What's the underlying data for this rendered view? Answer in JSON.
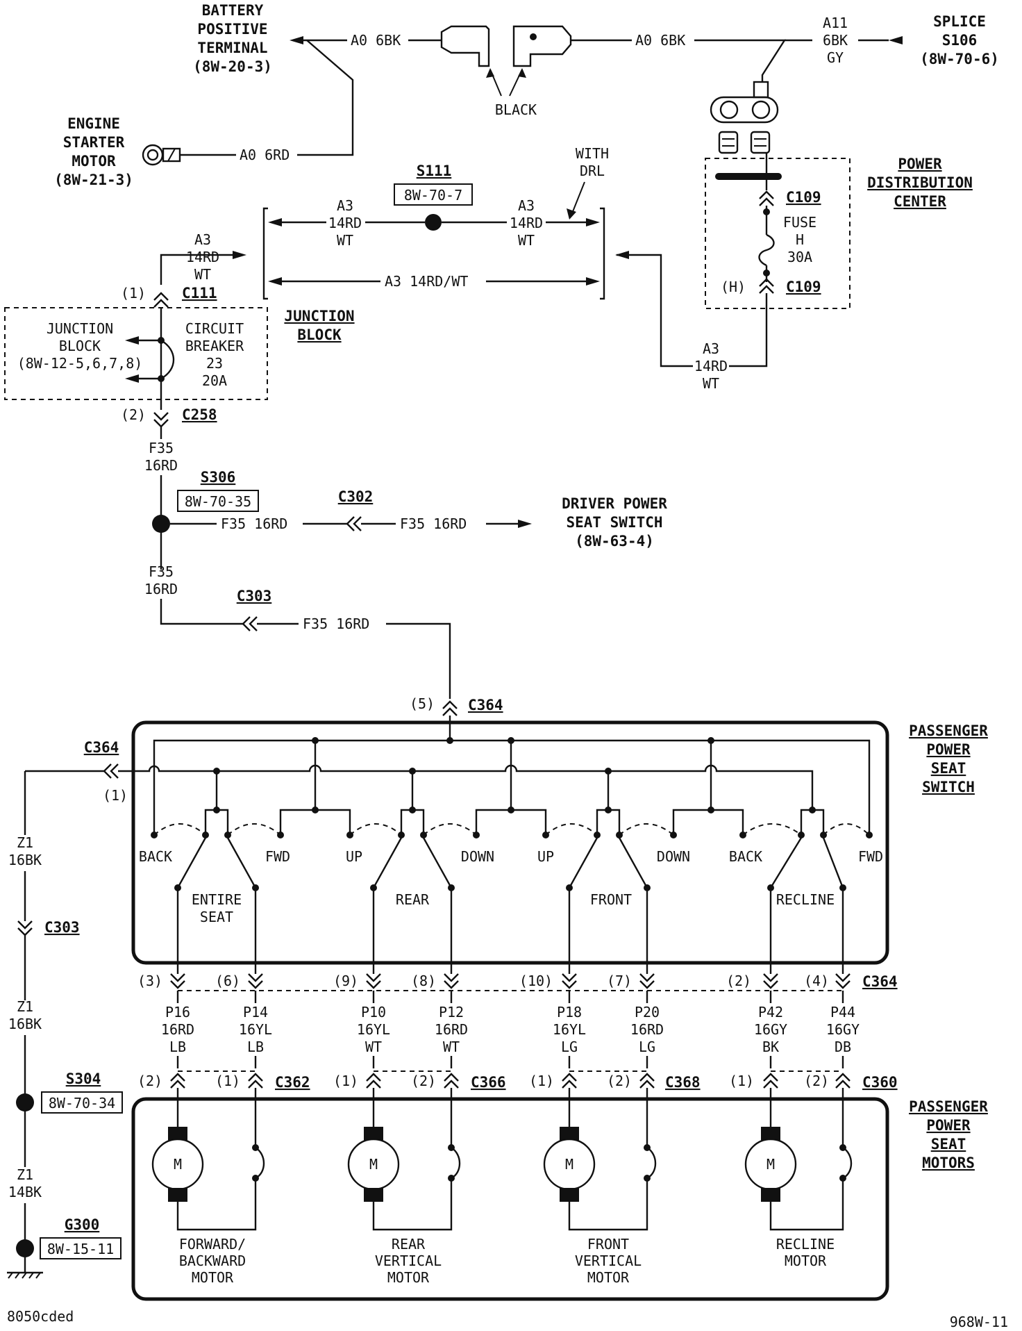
{
  "battery": {
    "line1": "BATTERY",
    "line2": "POSITIVE",
    "line3": "TERMINAL",
    "ref": "(8W-20-3)"
  },
  "wire_a0_left": "A0 6BK",
  "wire_a0_right": "A0 6BK",
  "black_label": "BLACK",
  "splice_s106": {
    "line1": "SPLICE",
    "line2": "S106",
    "ref": "(8W-70-6)"
  },
  "a11_wire": {
    "l1": "A11",
    "l2": "6BK",
    "l3": "GY"
  },
  "starter": {
    "line1": "ENGINE",
    "line2": "STARTER",
    "line3": "MOTOR",
    "ref": "(8W-21-3)"
  },
  "wire_a0_starter": "A0 6RD",
  "s111": {
    "name": "S111",
    "ref": "8W-70-7"
  },
  "with_drl": {
    "l1": "WITH",
    "l2": "DRL"
  },
  "a3_left": {
    "l1": "A3",
    "l2": "14RD",
    "l3": "WT"
  },
  "a3_right": {
    "l1": "A3",
    "l2": "14RD",
    "l3": "WT"
  },
  "a3_bottom": "A3 14RD/WT",
  "a3_jb": {
    "l1": "A3",
    "l2": "14RD",
    "l3": "WT"
  },
  "a3_pdc": {
    "l1": "A3",
    "l2": "14RD",
    "l3": "WT"
  },
  "pdc": {
    "l1": "POWER",
    "l2": "DISTRIBUTION",
    "l3": "CENTER",
    "c109_top": "C109",
    "c109_bot": "C109",
    "pin_h": "(H)",
    "fuse": {
      "l1": "FUSE",
      "l2": "H",
      "l3": "30A"
    }
  },
  "c111": {
    "pin": "(1)",
    "name": "C111"
  },
  "junction_block": {
    "title1": "JUNCTION",
    "title2": "BLOCK",
    "inner1": "JUNCTION",
    "inner2": "BLOCK",
    "inner3": "(8W-12-5,6,7,8)",
    "cb1": "CIRCUIT",
    "cb2": "BREAKER",
    "cb3": "23",
    "cb4": "20A"
  },
  "c258": {
    "pin": "(2)",
    "name": "C258"
  },
  "f35_a": {
    "l1": "F35",
    "l2": "16RD"
  },
  "s306": {
    "name": "S306",
    "ref": "8W-70-35"
  },
  "f35_mid_left": "F35 16RD",
  "c302": "C302",
  "f35_mid_right": "F35 16RD",
  "driver_switch": {
    "l1": "DRIVER POWER",
    "l2": "SEAT SWITCH",
    "ref": "(8W-63-4)"
  },
  "f35_b": {
    "l1": "F35",
    "l2": "16RD"
  },
  "c303_top": "C303",
  "f35_c303": "F35 16RD",
  "c364_top": {
    "pin": "(5)",
    "name": "C364"
  },
  "c364_left": {
    "name": "C364",
    "pin": "(1)"
  },
  "switch": {
    "title": {
      "l1": "PASSENGER",
      "l2": "POWER",
      "l3": "SEAT",
      "l4": "SWITCH"
    },
    "labels": [
      "BACK",
      "FWD",
      "UP",
      "DOWN",
      "UP",
      "DOWN",
      "BACK",
      "FWD"
    ],
    "groups": [
      {
        "l1": "ENTIRE",
        "l2": "SEAT"
      },
      {
        "l1": "REAR",
        "l2": ""
      },
      {
        "l1": "FRONT",
        "l2": ""
      },
      {
        "l1": "RECLINE",
        "l2": ""
      }
    ]
  },
  "z1_top": {
    "l1": "Z1",
    "l2": "16BK"
  },
  "c303_left": "C303",
  "z1_mid": {
    "l1": "Z1",
    "l2": "16BK"
  },
  "s304": {
    "name": "S304",
    "ref": "8W-70-34"
  },
  "z1_bot": {
    "l1": "Z1",
    "l2": "14BK"
  },
  "g300": {
    "name": "G300",
    "ref": "8W-15-11"
  },
  "c364_bottom": {
    "name": "C364",
    "pins": [
      "(3)",
      "(6)",
      "(9)",
      "(8)",
      "(10)",
      "(7)",
      "(2)",
      "(4)"
    ]
  },
  "wires": [
    {
      "l1": "P16",
      "l2": "16RD",
      "l3": "LB"
    },
    {
      "l1": "P14",
      "l2": "16YL",
      "l3": "LB"
    },
    {
      "l1": "P10",
      "l2": "16YL",
      "l3": "WT"
    },
    {
      "l1": "P12",
      "l2": "16RD",
      "l3": "WT"
    },
    {
      "l1": "P18",
      "l2": "16YL",
      "l3": "LG"
    },
    {
      "l1": "P20",
      "l2": "16RD",
      "l3": "LG"
    },
    {
      "l1": "P42",
      "l2": "16GY",
      "l3": "BK"
    },
    {
      "l1": "P44",
      "l2": "16GY",
      "l3": "DB"
    }
  ],
  "motor_connectors": [
    {
      "pin_a": "(2)",
      "pin_b": "(1)",
      "name": "C362"
    },
    {
      "pin_a": "(1)",
      "pin_b": "(2)",
      "name": "C366"
    },
    {
      "pin_a": "(1)",
      "pin_b": "(2)",
      "name": "C368"
    },
    {
      "pin_a": "(1)",
      "pin_b": "(2)",
      "name": "C360"
    }
  ],
  "motors_title": {
    "l1": "PASSENGER",
    "l2": "POWER",
    "l3": "SEAT",
    "l4": "MOTORS"
  },
  "motor_symbol": "M",
  "motors": [
    {
      "l1": "FORWARD/",
      "l2": "BACKWARD",
      "l3": "MOTOR"
    },
    {
      "l1": "REAR",
      "l2": "VERTICAL",
      "l3": "MOTOR"
    },
    {
      "l1": "FRONT",
      "l2": "VERTICAL",
      "l3": "MOTOR"
    },
    {
      "l1": "RECLINE",
      "l2": "MOTOR",
      "l3": ""
    }
  ],
  "footer_left": "8050cded",
  "footer_right": "968W-11"
}
